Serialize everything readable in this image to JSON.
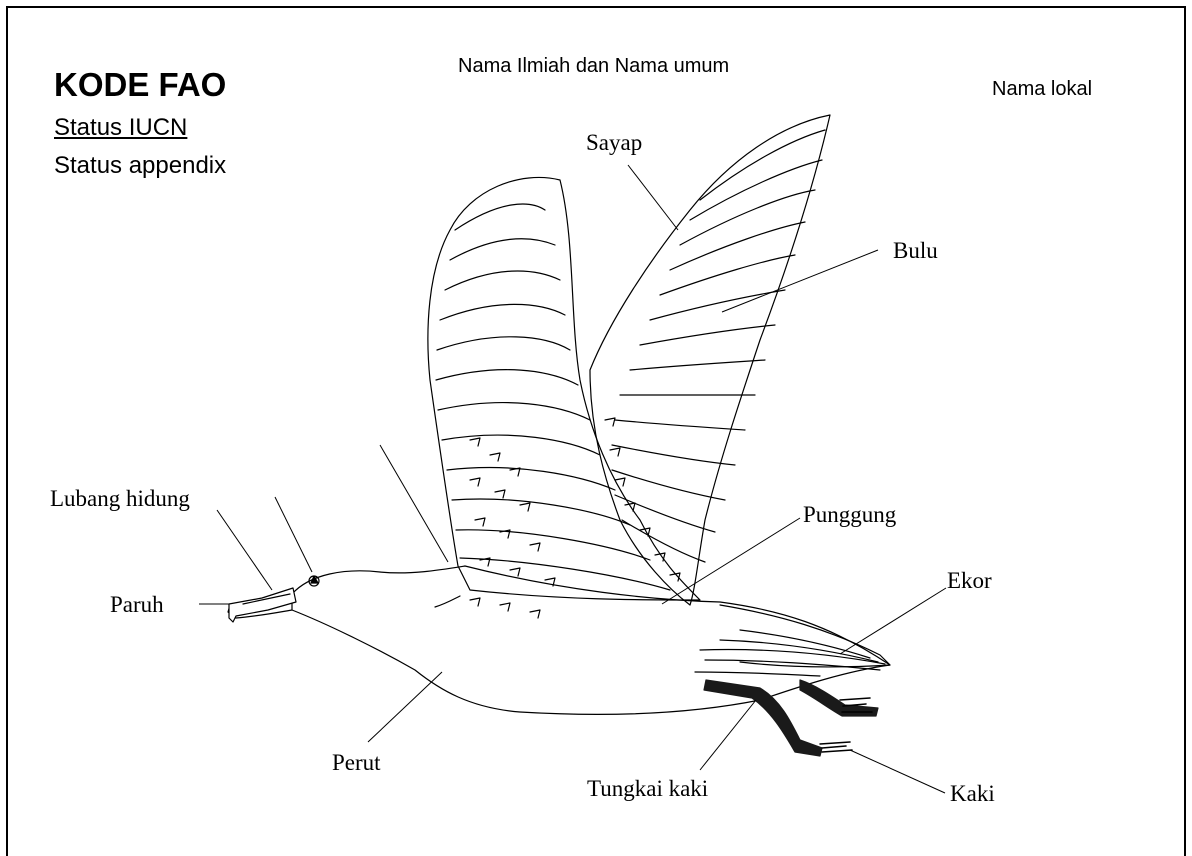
{
  "header": {
    "kode_fao": "KODE FAO",
    "status_iucn": "Status IUCN",
    "status_appendix": "Status appendix",
    "nama_ilmiah": "Nama Ilmiah dan Nama umum",
    "nama_lokal": "Nama lokal"
  },
  "labels": {
    "sayap": "Sayap",
    "bulu": "Bulu",
    "lubang_hidung": "Lubang hidung",
    "punggung": "Punggung",
    "ekor": "Ekor",
    "paruh": "Paruh",
    "perut": "Perut",
    "tungkai_kaki": "Tungkai kaki",
    "kaki": "Kaki"
  },
  "colors": {
    "line": "#000000",
    "background": "#ffffff"
  }
}
